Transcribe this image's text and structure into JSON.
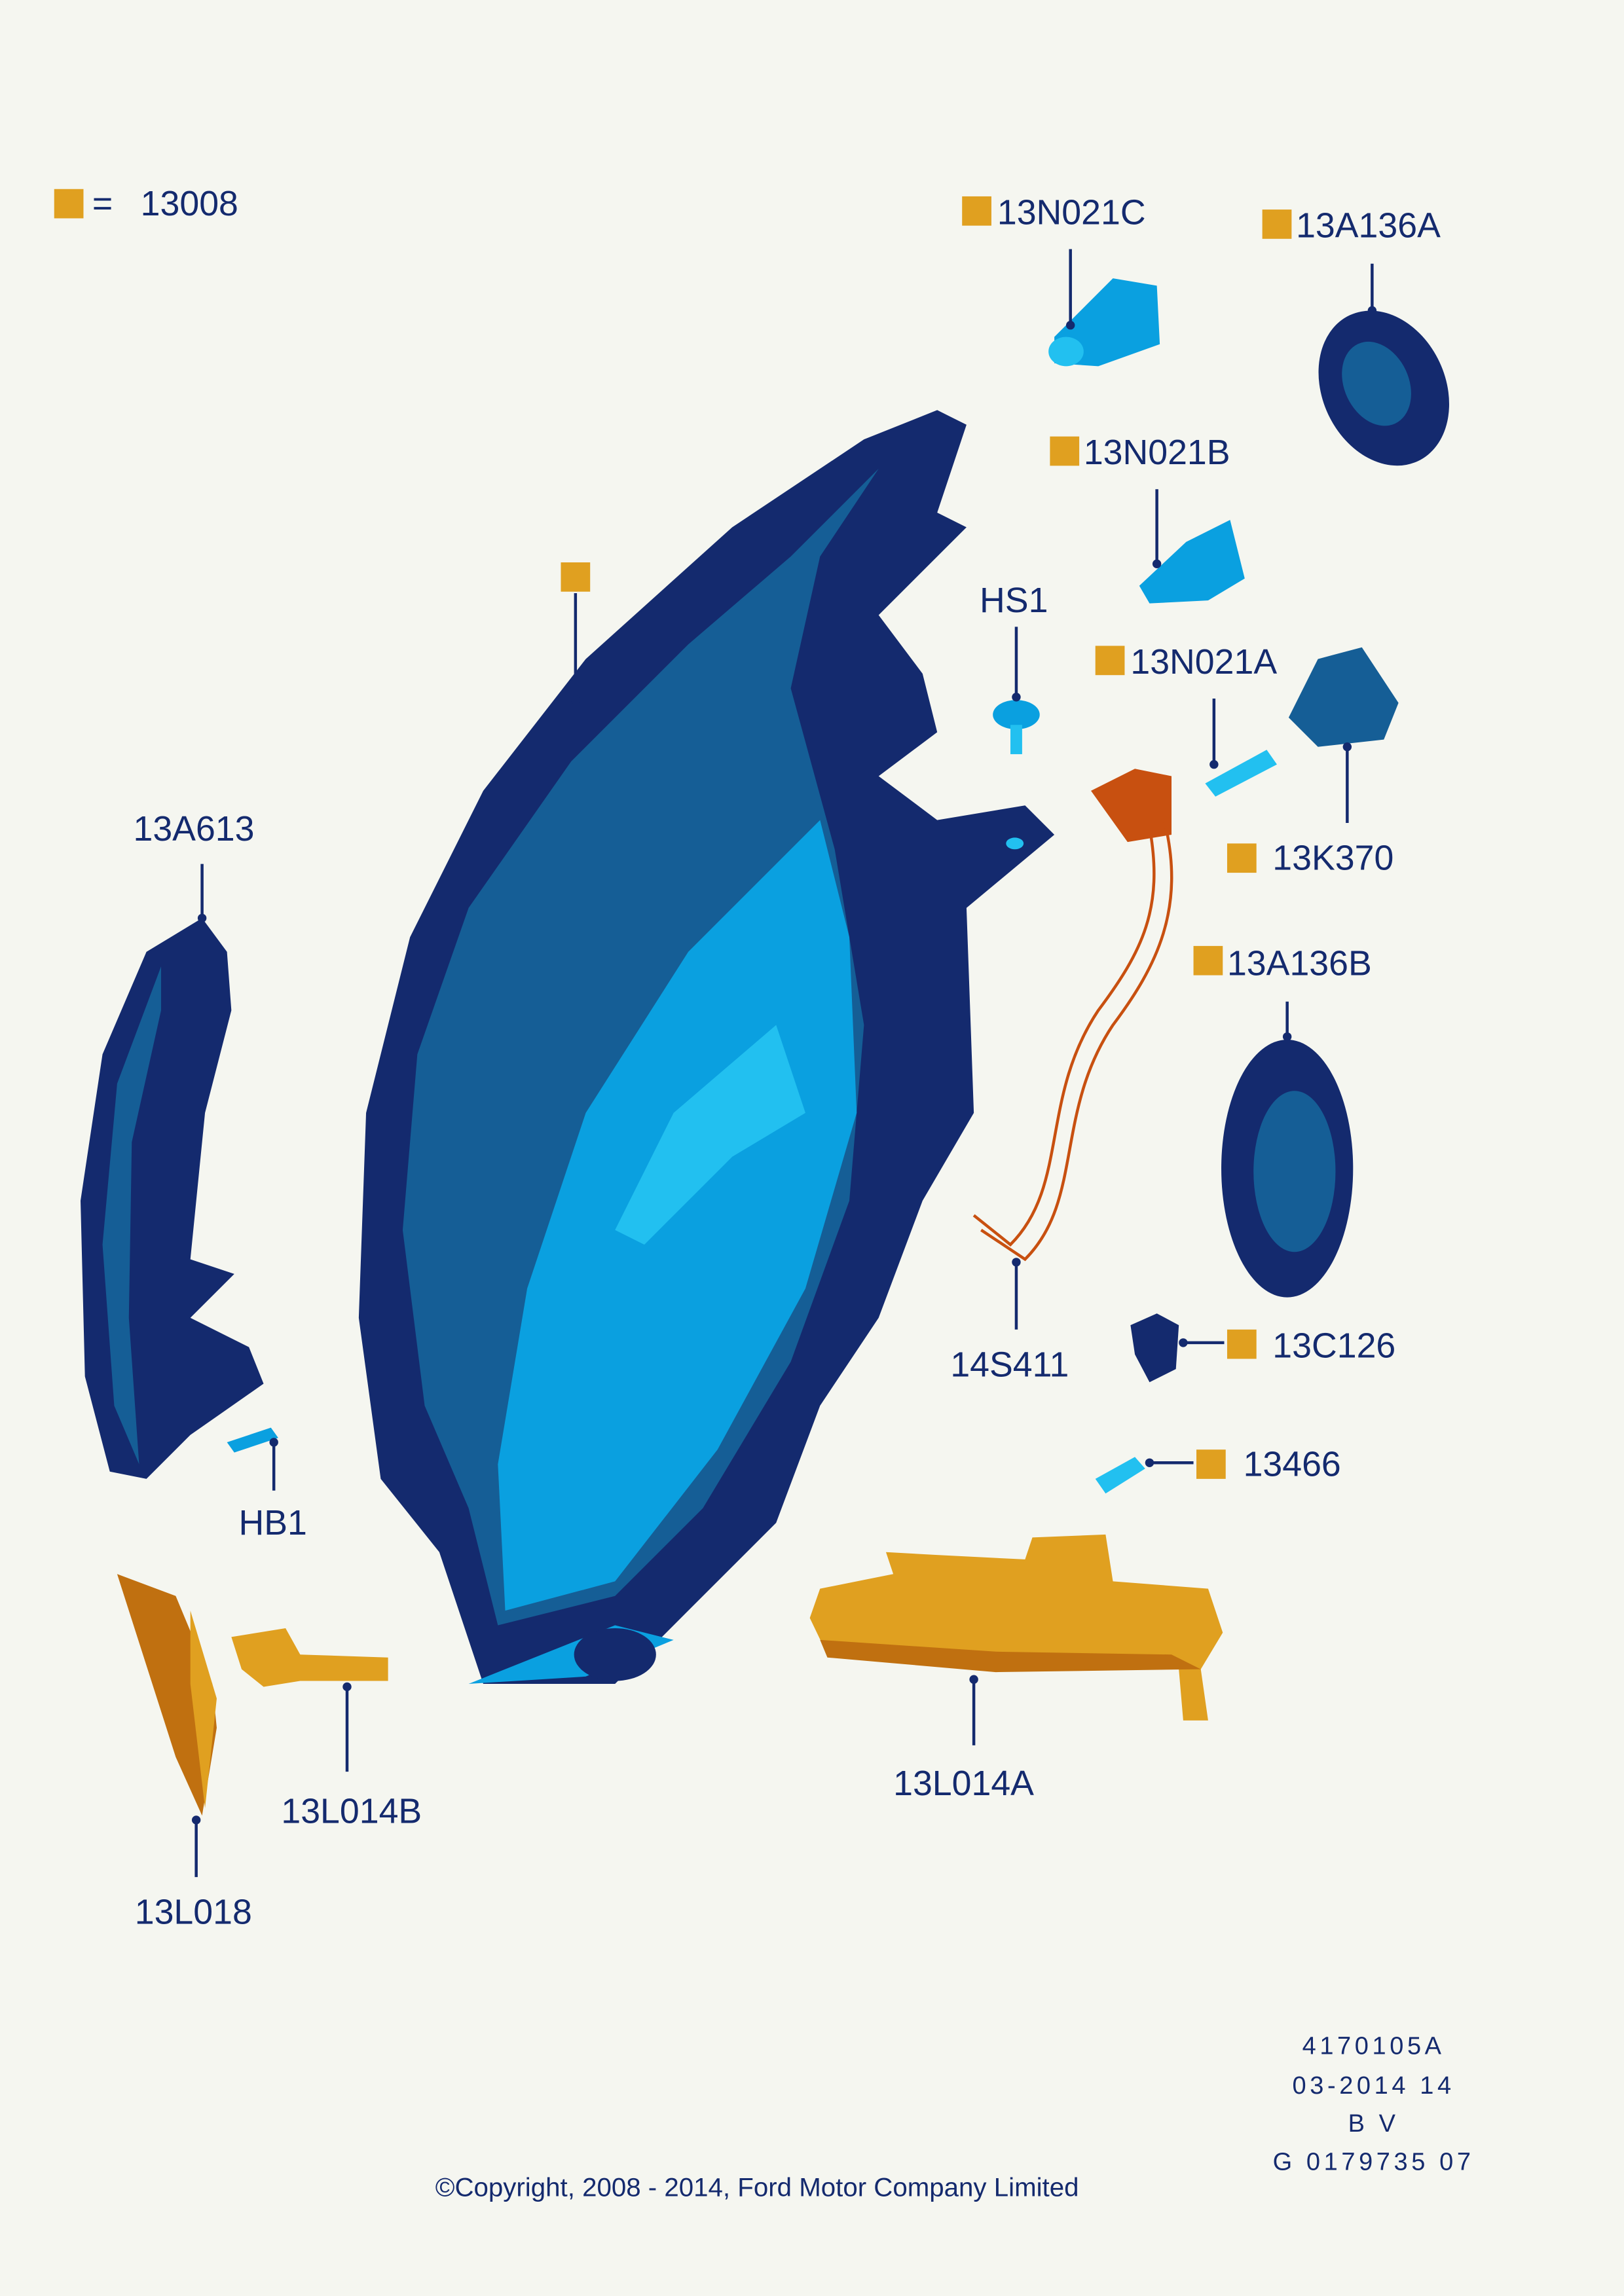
{
  "legend": {
    "symbol": "=",
    "part_number": "13008"
  },
  "callouts": {
    "c13N021C": "13N021C",
    "c13A136A": "13A136A",
    "c13N021B": "13N021B",
    "cHS1": "HS1",
    "c13N021A": "13N021A",
    "c13K370": "13K370",
    "c13A613": "13A613",
    "c13A136B": "13A136B",
    "c14S411": "14S411",
    "c13C126": "13C126",
    "c13466": "13466",
    "cHB1": "HB1",
    "c13L014B": "13L014B",
    "c13L014A": "13L014A",
    "c13L018": "13L018"
  },
  "footer": {
    "ref": "4170105A",
    "date": "03-2014 14",
    "code": "B V",
    "id": "G 0179735 07",
    "copyright": "©Copyright, 2008 - 2014, Ford Motor Company Limited"
  },
  "colors": {
    "navy": "#142a6e",
    "blue": "#155e96",
    "light_blue": "#0aa0e0",
    "cyan": "#22c0f0",
    "orange": "#e0a020",
    "wire": "#c85010"
  }
}
